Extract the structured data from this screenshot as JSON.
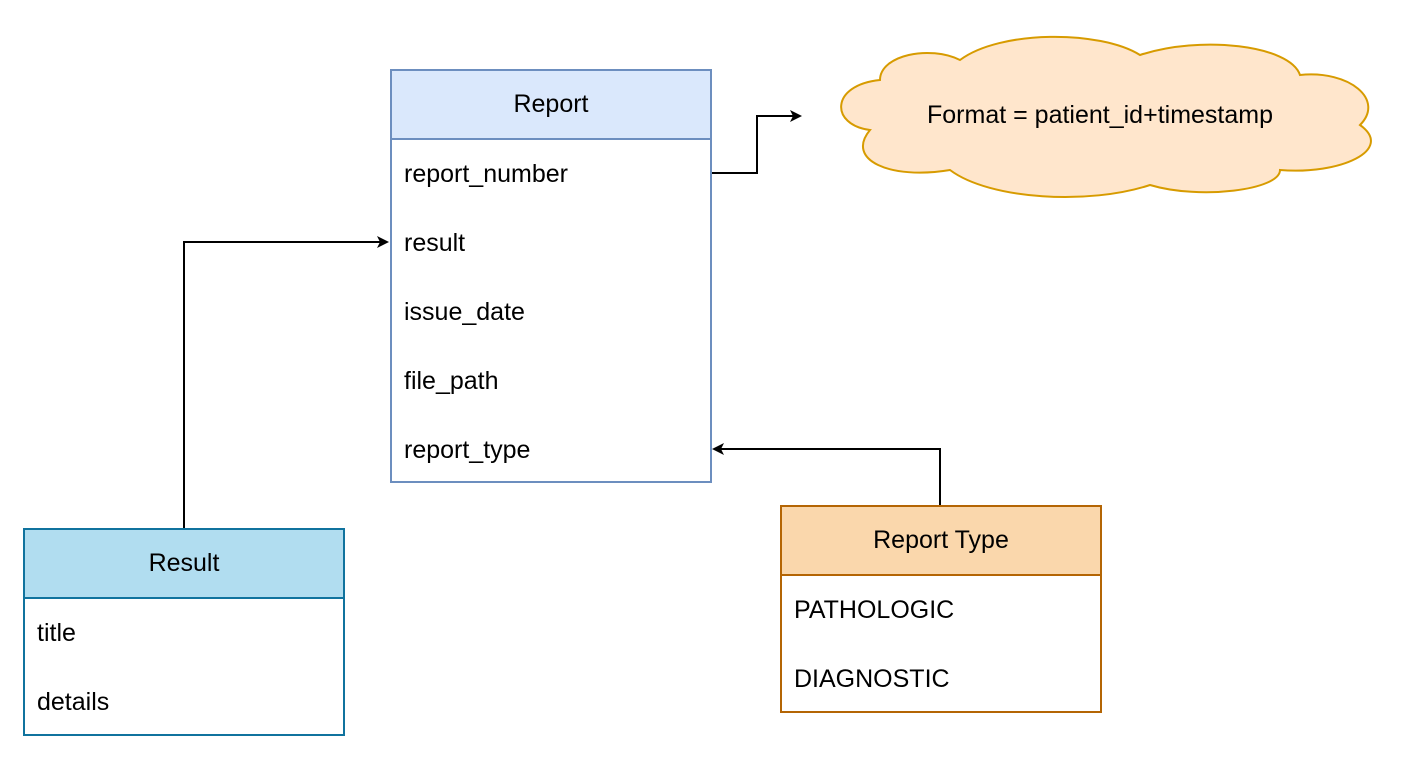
{
  "report": {
    "title": "Report",
    "fields": [
      "report_number",
      "result",
      "issue_date",
      "file_path",
      "report_type"
    ],
    "colors": {
      "header_fill": "#dae8fc",
      "border": "#6c8ebf"
    }
  },
  "result": {
    "title": "Result",
    "fields": [
      "title",
      "details"
    ],
    "colors": {
      "header_fill": "#b1ddf0",
      "border": "#10739e"
    }
  },
  "report_type": {
    "title": "Report Type",
    "fields": [
      "PATHOLOGIC",
      "DIAGNOSTIC"
    ],
    "colors": {
      "header_fill": "#fad7ac",
      "border": "#b46504"
    }
  },
  "note": {
    "text": "Format = patient_id+timestamp",
    "colors": {
      "fill": "#ffe6cc",
      "border": "#d79b00"
    }
  },
  "edges": [
    {
      "from": "report.report_number",
      "to": "note"
    },
    {
      "from": "result",
      "to": "report.result"
    },
    {
      "from": "report_type",
      "to": "report.report_type"
    }
  ]
}
